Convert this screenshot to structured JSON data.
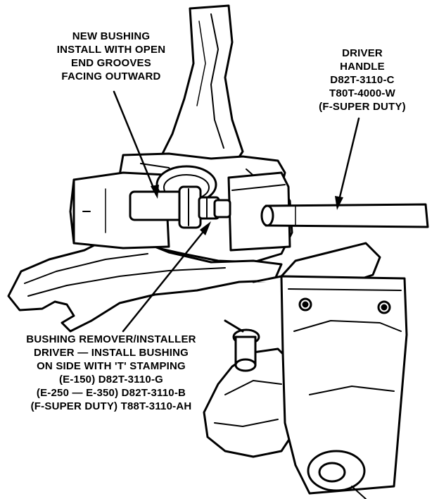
{
  "figure": {
    "callouts": {
      "new_bushing": {
        "lines": [
          "NEW BUSHING",
          "INSTALL WITH OPEN",
          "END GROOVES",
          "FACING OUTWARD"
        ]
      },
      "driver_handle": {
        "lines": [
          "DRIVER",
          "HANDLE",
          "D82T-3110-C",
          "T80T-4000-W",
          "(F-SUPER DUTY)"
        ]
      },
      "remover_installer": {
        "lines": [
          "BUSHING REMOVER/INSTALLER",
          "DRIVER — INSTALL BUSHING",
          "ON SIDE WITH 'T' STAMPING",
          "(E-150) D82T-3110-G",
          "(E-250 — E-350) D82T-3110-B",
          "(F-SUPER DUTY) T88T-3110-AH"
        ]
      }
    },
    "colors": {
      "ink": "#000000",
      "paper": "#ffffff"
    }
  }
}
